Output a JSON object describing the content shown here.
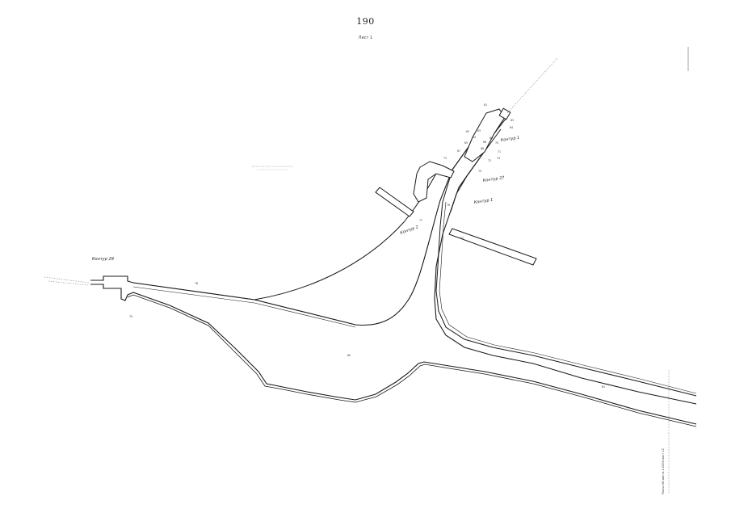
{
  "page": {
    "number": "190",
    "sheet": "Лист 1"
  },
  "contours": [
    {
      "id": "k29",
      "label": "Контур 29"
    },
    {
      "id": "k1a",
      "label": "Контур 1"
    },
    {
      "id": "k27",
      "label": "Контур 27"
    },
    {
      "id": "k1b",
      "label": "Контур 1"
    },
    {
      "id": "k2",
      "label": "Контур 2"
    }
  ],
  "side_note": "Масштаб листа 1:2000 лист 12",
  "colors": {
    "line": "#1a1a1a",
    "fill": "#ffffff",
    "faint": "#888888"
  }
}
